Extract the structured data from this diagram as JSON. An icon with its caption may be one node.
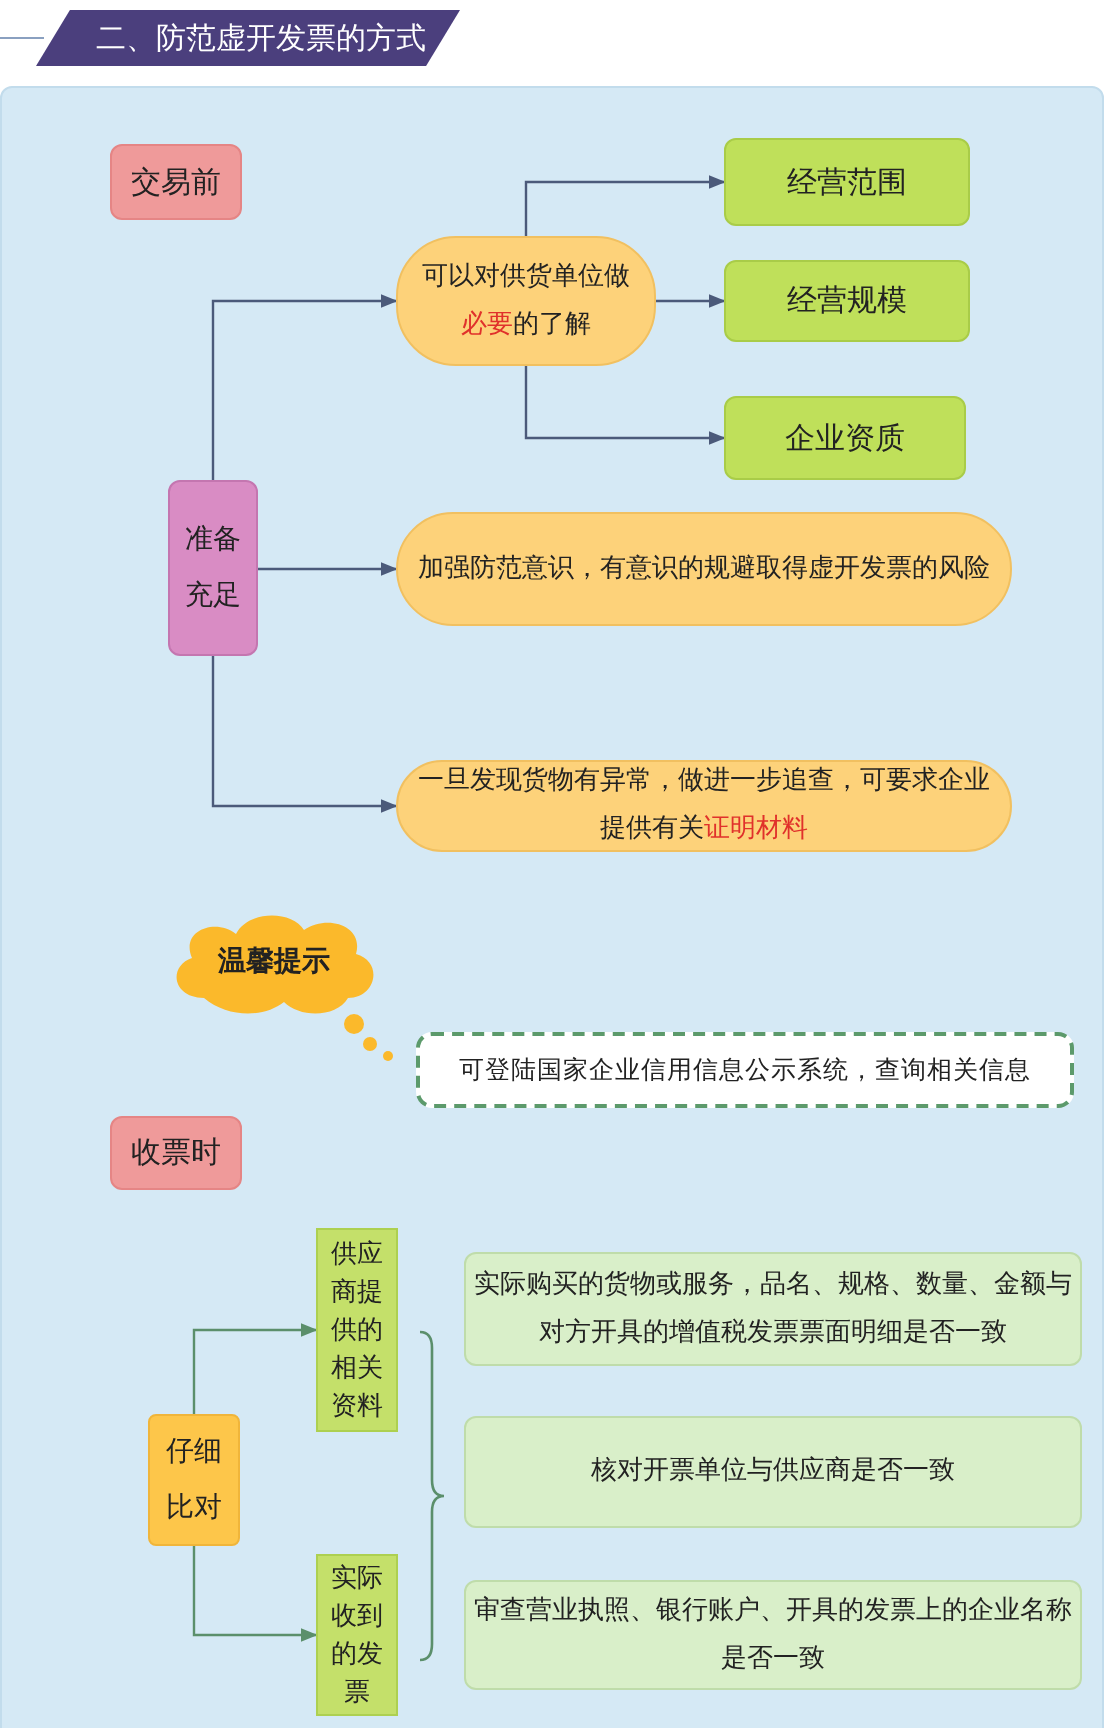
{
  "diagram": {
    "title": "二、防范虚开发票的方式",
    "nodes": [
      {
        "text": [
          "交易前"
        ]
      },
      {
        "text": [
          "准备充足"
        ]
      },
      {
        "text": [
          "可以对供货单位做**必要**的了解"
        ]
      },
      {
        "text": [
          "经营范围"
        ]
      },
      {
        "text": [
          "经营规模"
        ]
      },
      {
        "text": [
          "企业资质"
        ]
      },
      {
        "text": [
          "加强防范意识，有意识的规避取得虚开发票的风险"
        ]
      },
      {
        "text": [
          "一旦发现货物有异常，做进一步追查，可要求企业提供有关**证明材料**"
        ]
      },
      {
        "text": [
          "温馨提示"
        ]
      },
      {
        "text": [
          "可登陆国家企业信用信息公示系统，查询相关信息"
        ]
      },
      {
        "text": [
          "收票时"
        ]
      },
      {
        "text": [
          "仔细比对"
        ]
      },
      {
        "text": [
          "供应商提供的相关资料"
        ]
      },
      {
        "text": [
          "实际收到的发票"
        ]
      },
      {
        "text": [
          "实际购买的货物或服务，品名、规格、数量、金额与对方开具的增值税发票票面明细是否一致"
        ]
      },
      {
        "text": [
          "核对开票单位与供应商是否一致"
        ]
      },
      {
        "text": [
          "审查营业执照、银行账户、开具的发票上的企业名称是否一致"
        ]
      }
    ],
    "edges": [
      {
        "from": 1,
        "to": 2,
        "arrow": "to"
      },
      {
        "from": 1,
        "to": 6,
        "arrow": "to"
      },
      {
        "from": 1,
        "to": 7,
        "arrow": "to"
      },
      {
        "from": 2,
        "to": 3,
        "arrow": "to"
      },
      {
        "from": 2,
        "to": 4,
        "arrow": "to"
      },
      {
        "from": 2,
        "to": 5,
        "arrow": "to"
      },
      {
        "from": 11,
        "to": 12,
        "arrow": "to",
        "color": "#5b8f6b"
      },
      {
        "from": 11,
        "to": 13,
        "arrow": "to",
        "color": "#5b8f6b"
      }
    ]
  }
}
